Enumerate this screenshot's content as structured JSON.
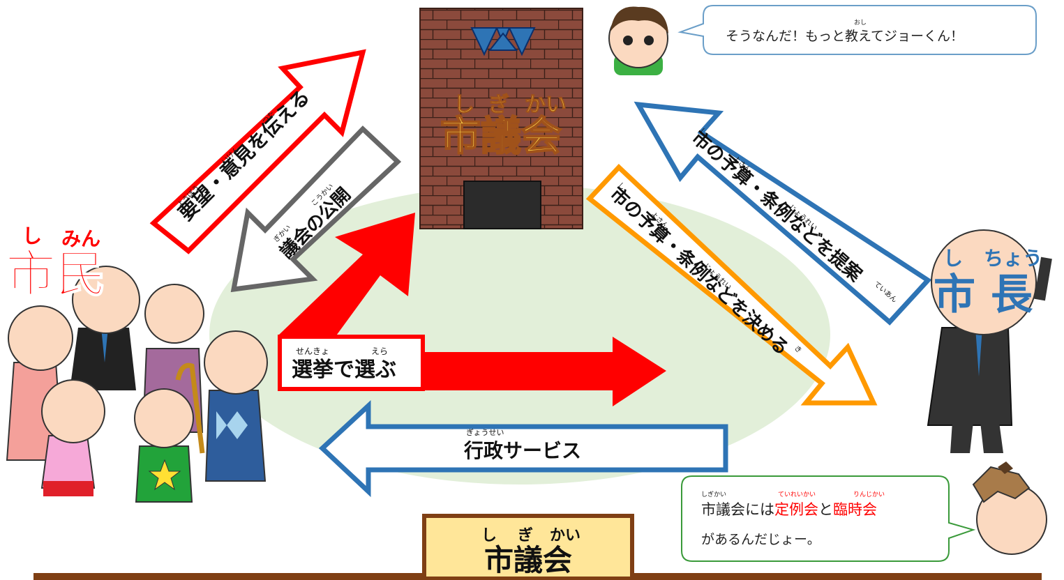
{
  "council": {
    "title": "市議会",
    "furigana": "しぎかい",
    "furigana_parts": [
      "し",
      "ぎ",
      "かい"
    ]
  },
  "citizens": {
    "label": "市民",
    "furigana_parts": [
      "し",
      "みん"
    ]
  },
  "mayor": {
    "label": "市長",
    "label_parts": [
      "市",
      "長"
    ],
    "furigana_parts": [
      "し",
      "ちょう"
    ]
  },
  "arrows": {
    "request": {
      "text": "要望・意見を伝える",
      "furigana": [
        "ようぼう",
        "いけん",
        "つた"
      ]
    },
    "disclosure": {
      "text": "議会の公開",
      "furigana": [
        "ぎかい",
        "こうかい"
      ]
    },
    "election": {
      "text": "選挙で選ぶ",
      "furigana": [
        "せんきょ",
        "えら"
      ]
    },
    "admin_service": {
      "text": "行政サービス",
      "furigana": [
        "ぎょうせい"
      ]
    },
    "propose": {
      "text": "市の予算・条例などを提案",
      "furigana": [
        "し",
        "よさん",
        "じょうれい",
        "ていあん"
      ]
    },
    "decide": {
      "text": "市の予算・条例などを決める",
      "furigana": [
        "し",
        "よさん",
        "じょうれい",
        "き"
      ]
    }
  },
  "speech": {
    "top_question": "そうなんだ！もっと教えてジョーくん！",
    "top_furigana": "おし",
    "bottom_prefix": "市議会には",
    "bottom_regular": "定例会",
    "bottom_and": "と",
    "bottom_extra": "臨時会",
    "bottom_suffix": "があるんだじょー。",
    "bottom_furigana": {
      "council": "しぎかい",
      "regular": "ていれいかい",
      "extra": "りんじかい"
    }
  },
  "footer": {
    "title": "市議会",
    "furigana_parts": [
      "し",
      "ぎ",
      "かい"
    ]
  },
  "colors": {
    "red": "#ff0000",
    "blue": "#2e74b5",
    "orange": "#ff9900",
    "gray": "#666666",
    "brick": "#8b4a3c",
    "gold_text": "#ffd84a",
    "footer_bg": "#ffe699",
    "footer_border": "#7f3f14",
    "oval": "#e2efd9",
    "highlight": "#ff0000"
  }
}
